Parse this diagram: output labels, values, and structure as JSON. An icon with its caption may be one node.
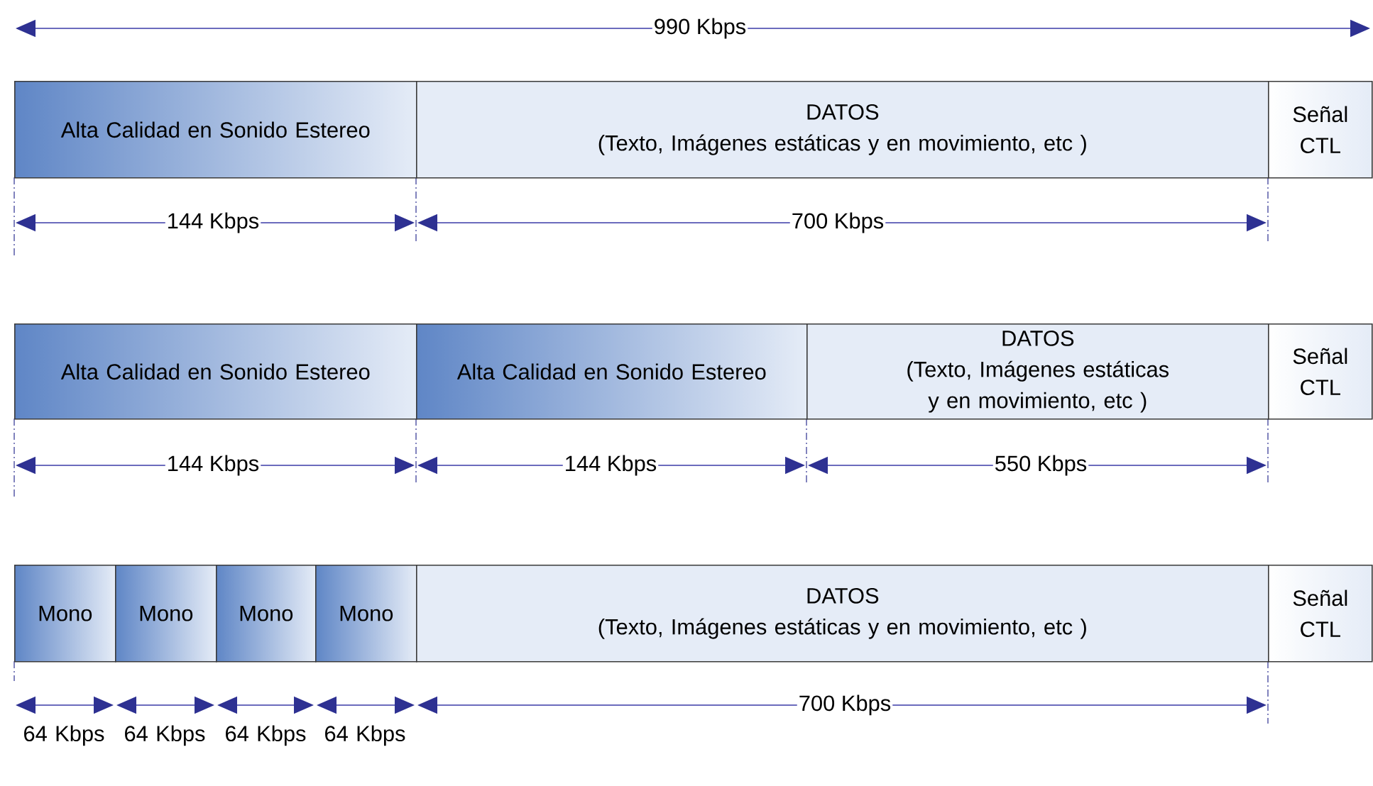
{
  "diagram": {
    "nodes": [
      {
        "text": [
          "Alta Calidad en Sonido Estereo"
        ]
      },
      {
        "text": [
          "DATOS",
          "(Texto, Imágenes estáticas y en movimiento, etc )"
        ]
      },
      {
        "text": [
          "Señal CTL"
        ]
      },
      {
        "text": [
          "Alta Calidad en Sonido Estereo"
        ]
      },
      {
        "text": [
          "Alta Calidad en Sonido Estereo"
        ]
      },
      {
        "text": [
          "DATOS",
          "(Texto, Imágenes estáticas y en movimiento, etc )"
        ]
      },
      {
        "text": [
          "Señal CTL"
        ]
      },
      {
        "text": [
          "Mono"
        ]
      },
      {
        "text": [
          "Mono"
        ]
      },
      {
        "text": [
          "Mono"
        ]
      },
      {
        "text": [
          "Mono"
        ]
      },
      {
        "text": [
          "DATOS",
          "(Texto, Imágenes estáticas y en movimiento, etc )"
        ]
      },
      {
        "text": [
          "Señal CTL"
        ]
      }
    ],
    "labels": [
      "990 Kbps",
      "144 Kbps",
      "700 Kbps",
      "144 Kbps",
      "144 Kbps",
      "550 Kbps",
      "64 Kbps",
      "64 Kbps",
      "64 Kbps",
      "64 Kbps",
      "700 Kbps"
    ]
  }
}
